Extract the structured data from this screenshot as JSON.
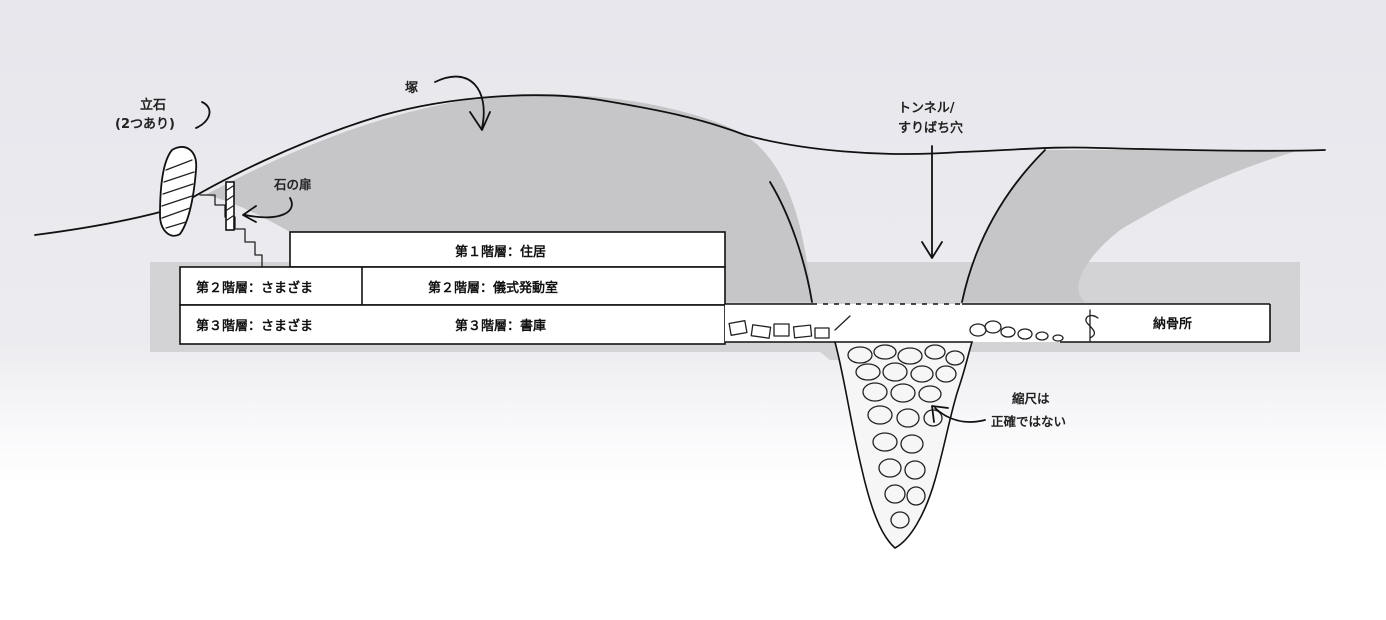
{
  "labels": {
    "standing_stone": "立石",
    "standing_stone_note": "(2つあり)",
    "mound": "塚",
    "stone_door": "石の扉",
    "tunnel_line1": "トンネル/",
    "tunnel_line2": "すりばち穴",
    "ossuary": "納骨所",
    "scale_line1": "縮尺は",
    "scale_line2": "正確ではない"
  },
  "floors": {
    "f1_main": "第１階層：住居",
    "f2_left": "第２階層：さまざま",
    "f2_main": "第２階層：儀式発動室",
    "f3_left": "第３階層：さまざま",
    "f3_main": "第３階層：書庫"
  },
  "colors": {
    "paper": "#e9e9ee",
    "mound_fill": "#c8c8cb",
    "ink": "#111111"
  }
}
